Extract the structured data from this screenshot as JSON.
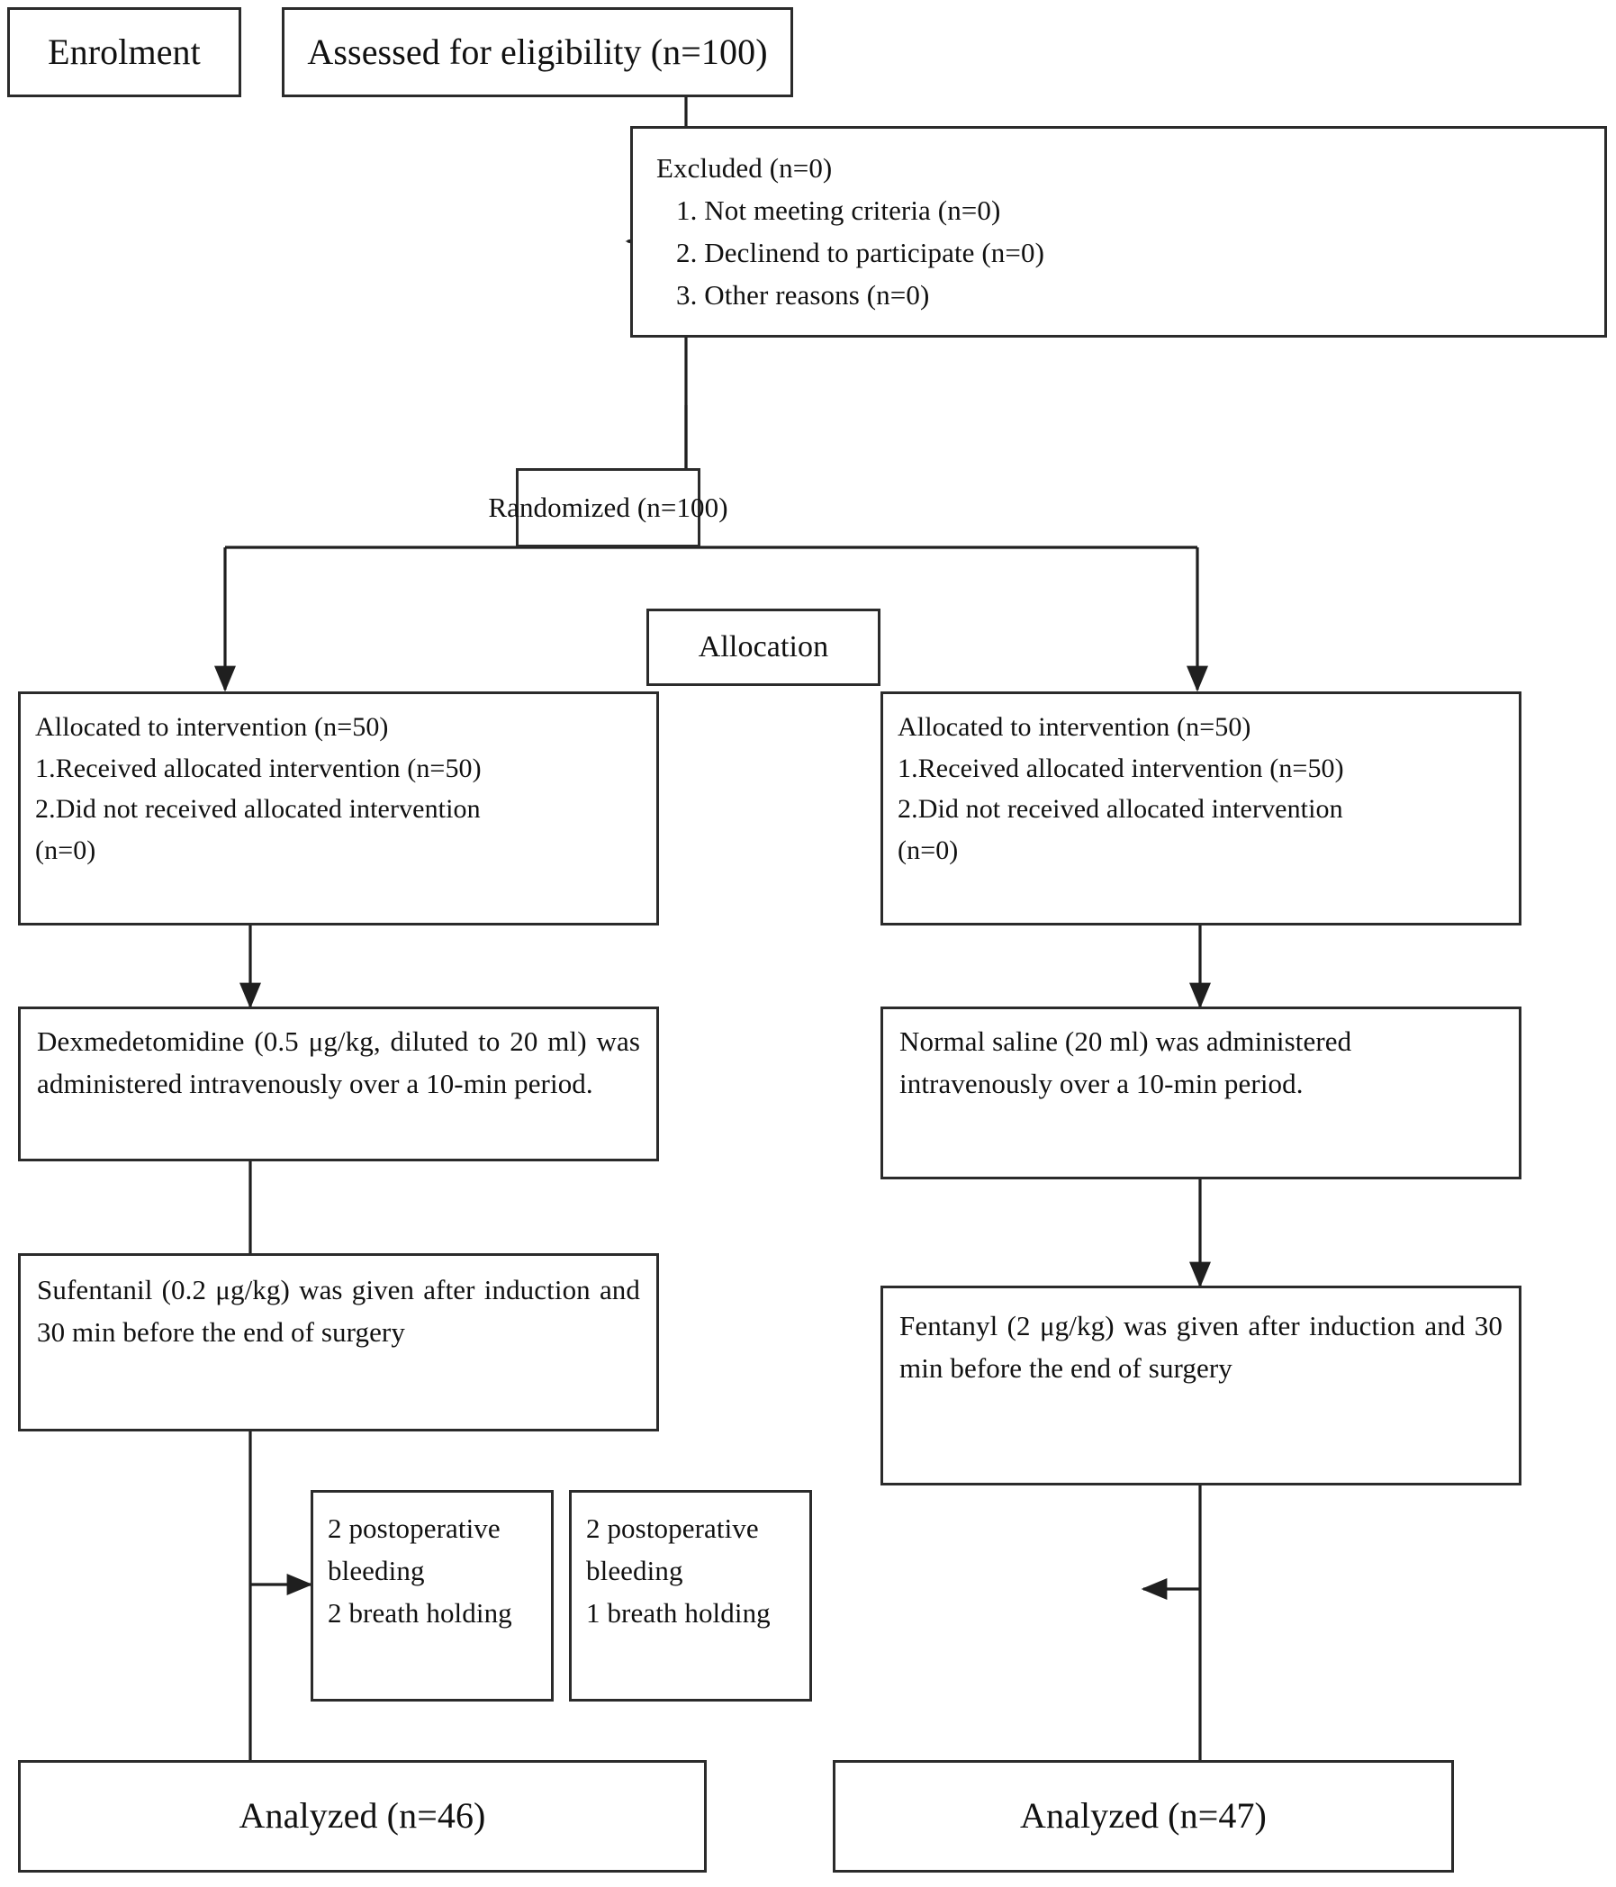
{
  "diagram": {
    "type": "consort-flow-diagram",
    "title": "CONSORT participant flow diagram",
    "stages": [
      "Enrolment",
      "Allocation"
    ],
    "stage_labels": {
      "enrolment": "Enrolment",
      "allocation": "Allocation"
    },
    "nodes": {
      "assessed": {
        "label": "Assessed for eligibility (n=100)"
      },
      "excluded": {
        "heading": "Excluded (n=0)",
        "reasons": [
          "1.  Not meeting  criteria (n=0)",
          "2.  Declinend to participate (n=0)",
          "3.  Other reasons (n=0)"
        ]
      },
      "randomized": {
        "label": "Randomized (n=100)"
      },
      "alloc_left": {
        "lines": [
          "Allocated to intervention (n=50)",
          "1.Received allocated intervention (n=50)",
          "2.Did not received allocated intervention",
          "(n=0)"
        ]
      },
      "alloc_right": {
        "lines": [
          "Allocated to intervention (n=50)",
          "1.Received allocated intervention (n=50)",
          "2.Did not received allocated intervention",
          "(n=0)"
        ]
      },
      "drug_left": {
        "text": "Dexmedetomidine (0.5 μg/kg, diluted to 20 ml) was administered intravenously over a 10-min period."
      },
      "drug_right": {
        "text": "Normal saline (20 ml) was administered intravenously over a 10-min period."
      },
      "opioid_left": {
        "text": "Sufentanil (0.2 μg/kg) was given after induction and 30 min before the end of surgery"
      },
      "opioid_right": {
        "text": "Fentanyl (2 μg/kg) was given after induction and 30 min before the end of surgery"
      },
      "events_left": {
        "lines": [
          "2      postoperative",
          "bleeding",
          "2    breath holding"
        ]
      },
      "events_right": {
        "lines": [
          "2      postoperative",
          "bleeding",
          "1    breath holding"
        ]
      },
      "analyzed_left": {
        "label": "Analyzed (n=46)"
      },
      "analyzed_right": {
        "label": "Analyzed (n=47)"
      }
    },
    "colors": {
      "border": "#2b2b2b",
      "line": "#1f1f1f",
      "background": "#ffffff",
      "text": "#111111"
    }
  }
}
